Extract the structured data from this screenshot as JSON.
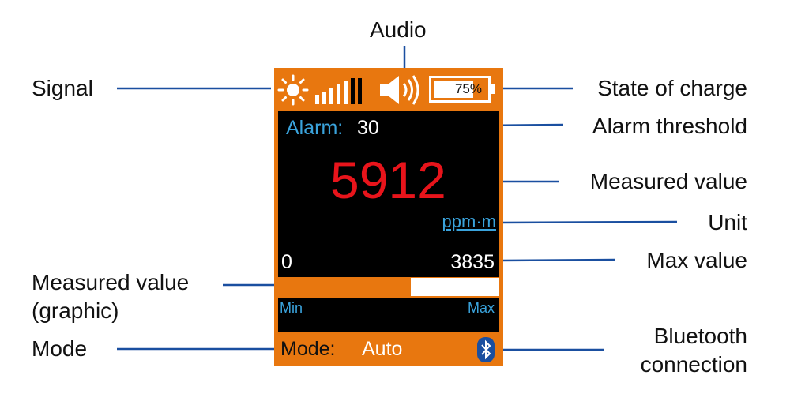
{
  "callouts": {
    "audio": "Audio",
    "signal": "Signal",
    "state_of_charge": "State of charge",
    "alarm_threshold": "Alarm threshold",
    "measured_value": "Measured value",
    "unit": "Unit",
    "max_value": "Max value",
    "measured_value_graphic_1": "Measured value",
    "measured_value_graphic_2": "(graphic)",
    "mode": "Mode",
    "bluetooth_1": "Bluetooth",
    "bluetooth_2": "connection"
  },
  "display": {
    "battery": "75%",
    "battery_level": 0.75,
    "alarm_label": "Alarm:",
    "alarm_value": "30",
    "measured": "5912",
    "unit": "ppm·m",
    "range_min": "0",
    "range_max": "3835",
    "bar_fill_fraction": 0.6,
    "min_label": "Min",
    "max_label": "Max",
    "mode_label": "Mode:",
    "mode_value": "Auto",
    "icons": [
      "sun-icon",
      "signal-bars-icon",
      "speaker-icon",
      "battery-icon",
      "bluetooth-icon"
    ]
  },
  "colors": {
    "orange": "#e8770f",
    "blue_line": "#1a4fa0",
    "accent_text": "#3aa3dc",
    "measured": "#e8141b"
  }
}
